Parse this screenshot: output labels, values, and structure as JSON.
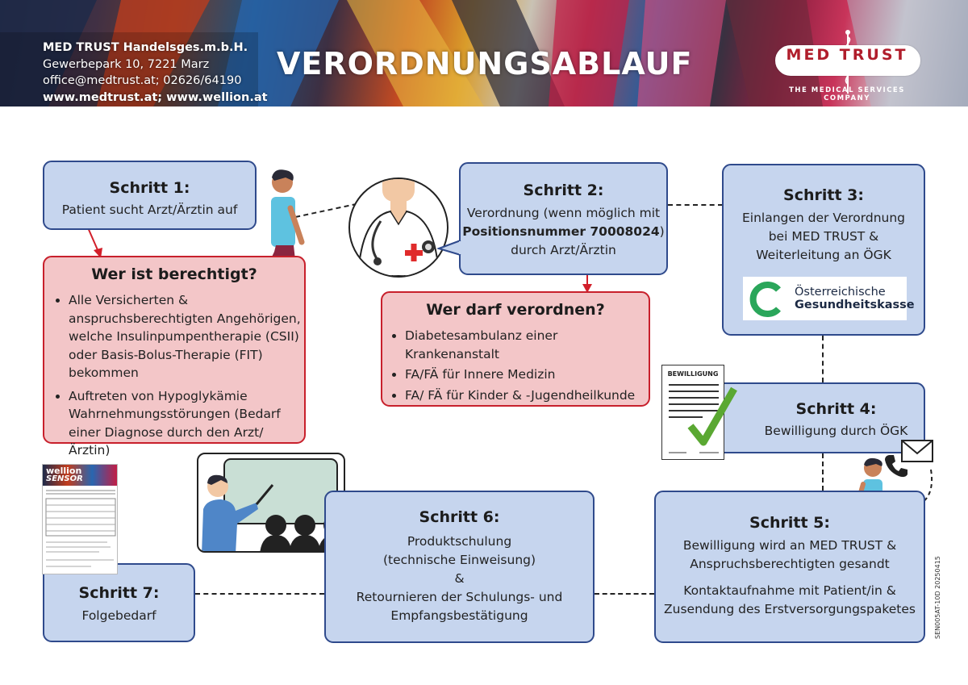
{
  "header": {
    "company_name": "MED TRUST Handelsges.m.b.H.",
    "address": "Gewerbepark 10, 7221 Marz",
    "contact": "office@medtrust.at; 02626/64190",
    "websites": "www.medtrust.at; www.wellion.at",
    "title": "VERORDNUNGSABLAUF",
    "logo_text": "MED  TRUST",
    "logo_tagline": "THE MEDICAL SERVICES COMPANY"
  },
  "steps": {
    "s1": {
      "heading": "Schritt 1:",
      "text": "Patient sucht Arzt/Ärztin auf"
    },
    "s2": {
      "heading": "Schritt 2:",
      "text_a": "Verordnung (wenn möglich mit",
      "text_bold": "Positionsnummer 70008024",
      "text_b": ")",
      "text_c": "durch Arzt/Ärztin"
    },
    "s3": {
      "heading": "Schritt 3:",
      "line1": "Einlangen der Verordnung",
      "line2": "bei MED TRUST &",
      "line3": "Weiterleitung an ÖGK",
      "ogk_line1": "Österreichische",
      "ogk_line2": "Gesundheitskasse"
    },
    "s4": {
      "heading": "Schritt 4:",
      "text": "Bewilligung durch ÖGK"
    },
    "s5": {
      "heading": "Schritt 5:",
      "line1": "Bewilligung wird an MED TRUST &",
      "line2": "Anspruchsberechtigten gesandt",
      "line3": "Kontaktaufnahme mit Patient/in &",
      "line4": "Zusendung des Erstversorgungspaketes"
    },
    "s6": {
      "heading": "Schritt 6:",
      "line1": "Produktschulung",
      "line2": "(technische Einweisung)",
      "line3": "&",
      "line4": "Retournieren der Schulungs- und",
      "line5": "Empfangsbestätigung"
    },
    "s7": {
      "heading": "Schritt 7:",
      "text": "Folgebedarf"
    }
  },
  "eligible": {
    "heading": "Wer ist berechtigt?",
    "items": [
      "Alle Versicherten & anspruchsberechtigten Angehörigen, welche Insulinpumpentherapie (CSII) oder Basis-Bolus-Therapie (FIT) bekommen",
      "Auftreten von Hypoglykämie Wahrnehmungsstörungen (Bedarf einer Diagnose durch den Arzt/Ärztin)"
    ]
  },
  "prescribers": {
    "heading": "Wer darf verordnen?",
    "items": [
      "Diabetesambulanz einer Krankenanstalt",
      "FA/FÄ für Innere Medizin",
      "FA/ FÄ für Kinder & -Jugendheilkunde"
    ]
  },
  "document": {
    "label": "BEWILLIGUNG"
  },
  "wellion": {
    "brand": "wellion",
    "product": "SENSOR"
  },
  "footer_code": "SEN005AT-10D 20250415",
  "colors": {
    "step_fill": "#c6d5ee",
    "step_border": "#2f4a8c",
    "info_fill": "#f3c6c8",
    "info_border": "#c8202c",
    "check": "#5aa832",
    "ogk_green": "#2aa65a"
  }
}
